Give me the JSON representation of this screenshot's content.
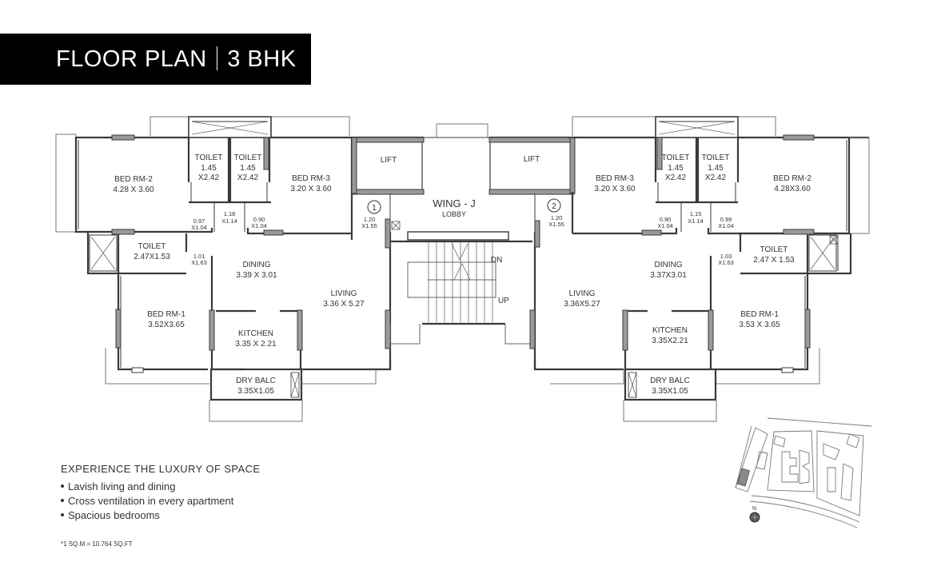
{
  "header": {
    "title_left": "FLOOR PLAN",
    "title_right": "3 BHK"
  },
  "plan": {
    "core": {
      "lift_left": "LIFT",
      "lift_right": "LIFT",
      "wing": "WING - J",
      "lobby": "LOBBY",
      "stair_dn": "DN",
      "stair_up": "UP",
      "unit_1_marker": "1",
      "unit_2_marker": "2"
    },
    "unit_1": {
      "bed_rm_2": {
        "name": "BED RM-2",
        "size": "4.28 X 3.60"
      },
      "toilet_a": {
        "name": "TOILET",
        "w": "1.45",
        "h": "X2.42"
      },
      "toilet_b": {
        "name": "TOILET",
        "w": "1.45",
        "h": "X2.42"
      },
      "bed_rm_3": {
        "name": "BED RM-3",
        "size": "3.20 X 3.60"
      },
      "passage_1": {
        "w": "0.97",
        "h": "X1.04"
      },
      "passage_2": {
        "w": "1.18",
        "h": "X1.14"
      },
      "passage_3": {
        "w": "0.90",
        "h": "X1.04"
      },
      "entry": {
        "w": "1.20",
        "h": "X1.55"
      },
      "toilet_c": {
        "name": "TOILET",
        "size": "2.47X1.53"
      },
      "passage_4": {
        "w": "1.01",
        "h": "X1.63"
      },
      "dining": {
        "name": "DINING",
        "size": "3.39 X 3.01"
      },
      "living": {
        "name": "LIVING",
        "size": "3.36 X 5.27"
      },
      "bed_rm_1": {
        "name": "BED RM-1",
        "size": "3.52X3.65"
      },
      "kitchen": {
        "name": "KITCHEN",
        "size": "3.35 X 2.21"
      },
      "dry_balc": {
        "name": "DRY BALC",
        "size": "3.35X1.05"
      }
    },
    "unit_2": {
      "bed_rm_3": {
        "name": "BED RM-3",
        "size": "3.20 X 3.60"
      },
      "toilet_a": {
        "name": "TOILET",
        "w": "1.45",
        "h": "X2.42"
      },
      "toilet_b": {
        "name": "TOILET",
        "w": "1.45",
        "h": "X2.42"
      },
      "bed_rm_2": {
        "name": "BED RM-2",
        "size": "4.28X3.60"
      },
      "entry": {
        "w": "1.20",
        "h": "X1.55"
      },
      "passage_3": {
        "w": "0.90",
        "h": "X1.04"
      },
      "passage_2": {
        "w": "1.15",
        "h": "X1.14"
      },
      "passage_1": {
        "w": "0.99",
        "h": "X1.04"
      },
      "toilet_c": {
        "name": "TOILET",
        "size": "2.47 X 1.53"
      },
      "passage_4": {
        "w": "1.03",
        "h": "X1.63"
      },
      "dining": {
        "name": "DINING",
        "size": "3.37X3.01"
      },
      "living": {
        "name": "LIVING",
        "size": "3.36X5.27"
      },
      "bed_rm_1": {
        "name": "BED RM-1",
        "size": "3.53 X 3.65"
      },
      "kitchen": {
        "name": "KITCHEN",
        "size": "3.35X2.21"
      },
      "dry_balc": {
        "name": "DRY BALC",
        "size": "3.35X1.05"
      }
    }
  },
  "features": {
    "heading": "EXPERIENCE THE LUXURY OF SPACE",
    "items": [
      "Lavish living and dining",
      "Cross ventilation in every apartment",
      "Spacious bedrooms"
    ]
  },
  "footnote": "*1 SQ.M = 10.764 SQ.FT",
  "key_plan": {
    "north_label": "N",
    "icon": "compass-icon"
  },
  "colors": {
    "title_bg": "#000000",
    "title_text": "#ffffff",
    "wall": "#3a3a3a",
    "window_fill": "#9a9a9a",
    "text": "#333333"
  }
}
